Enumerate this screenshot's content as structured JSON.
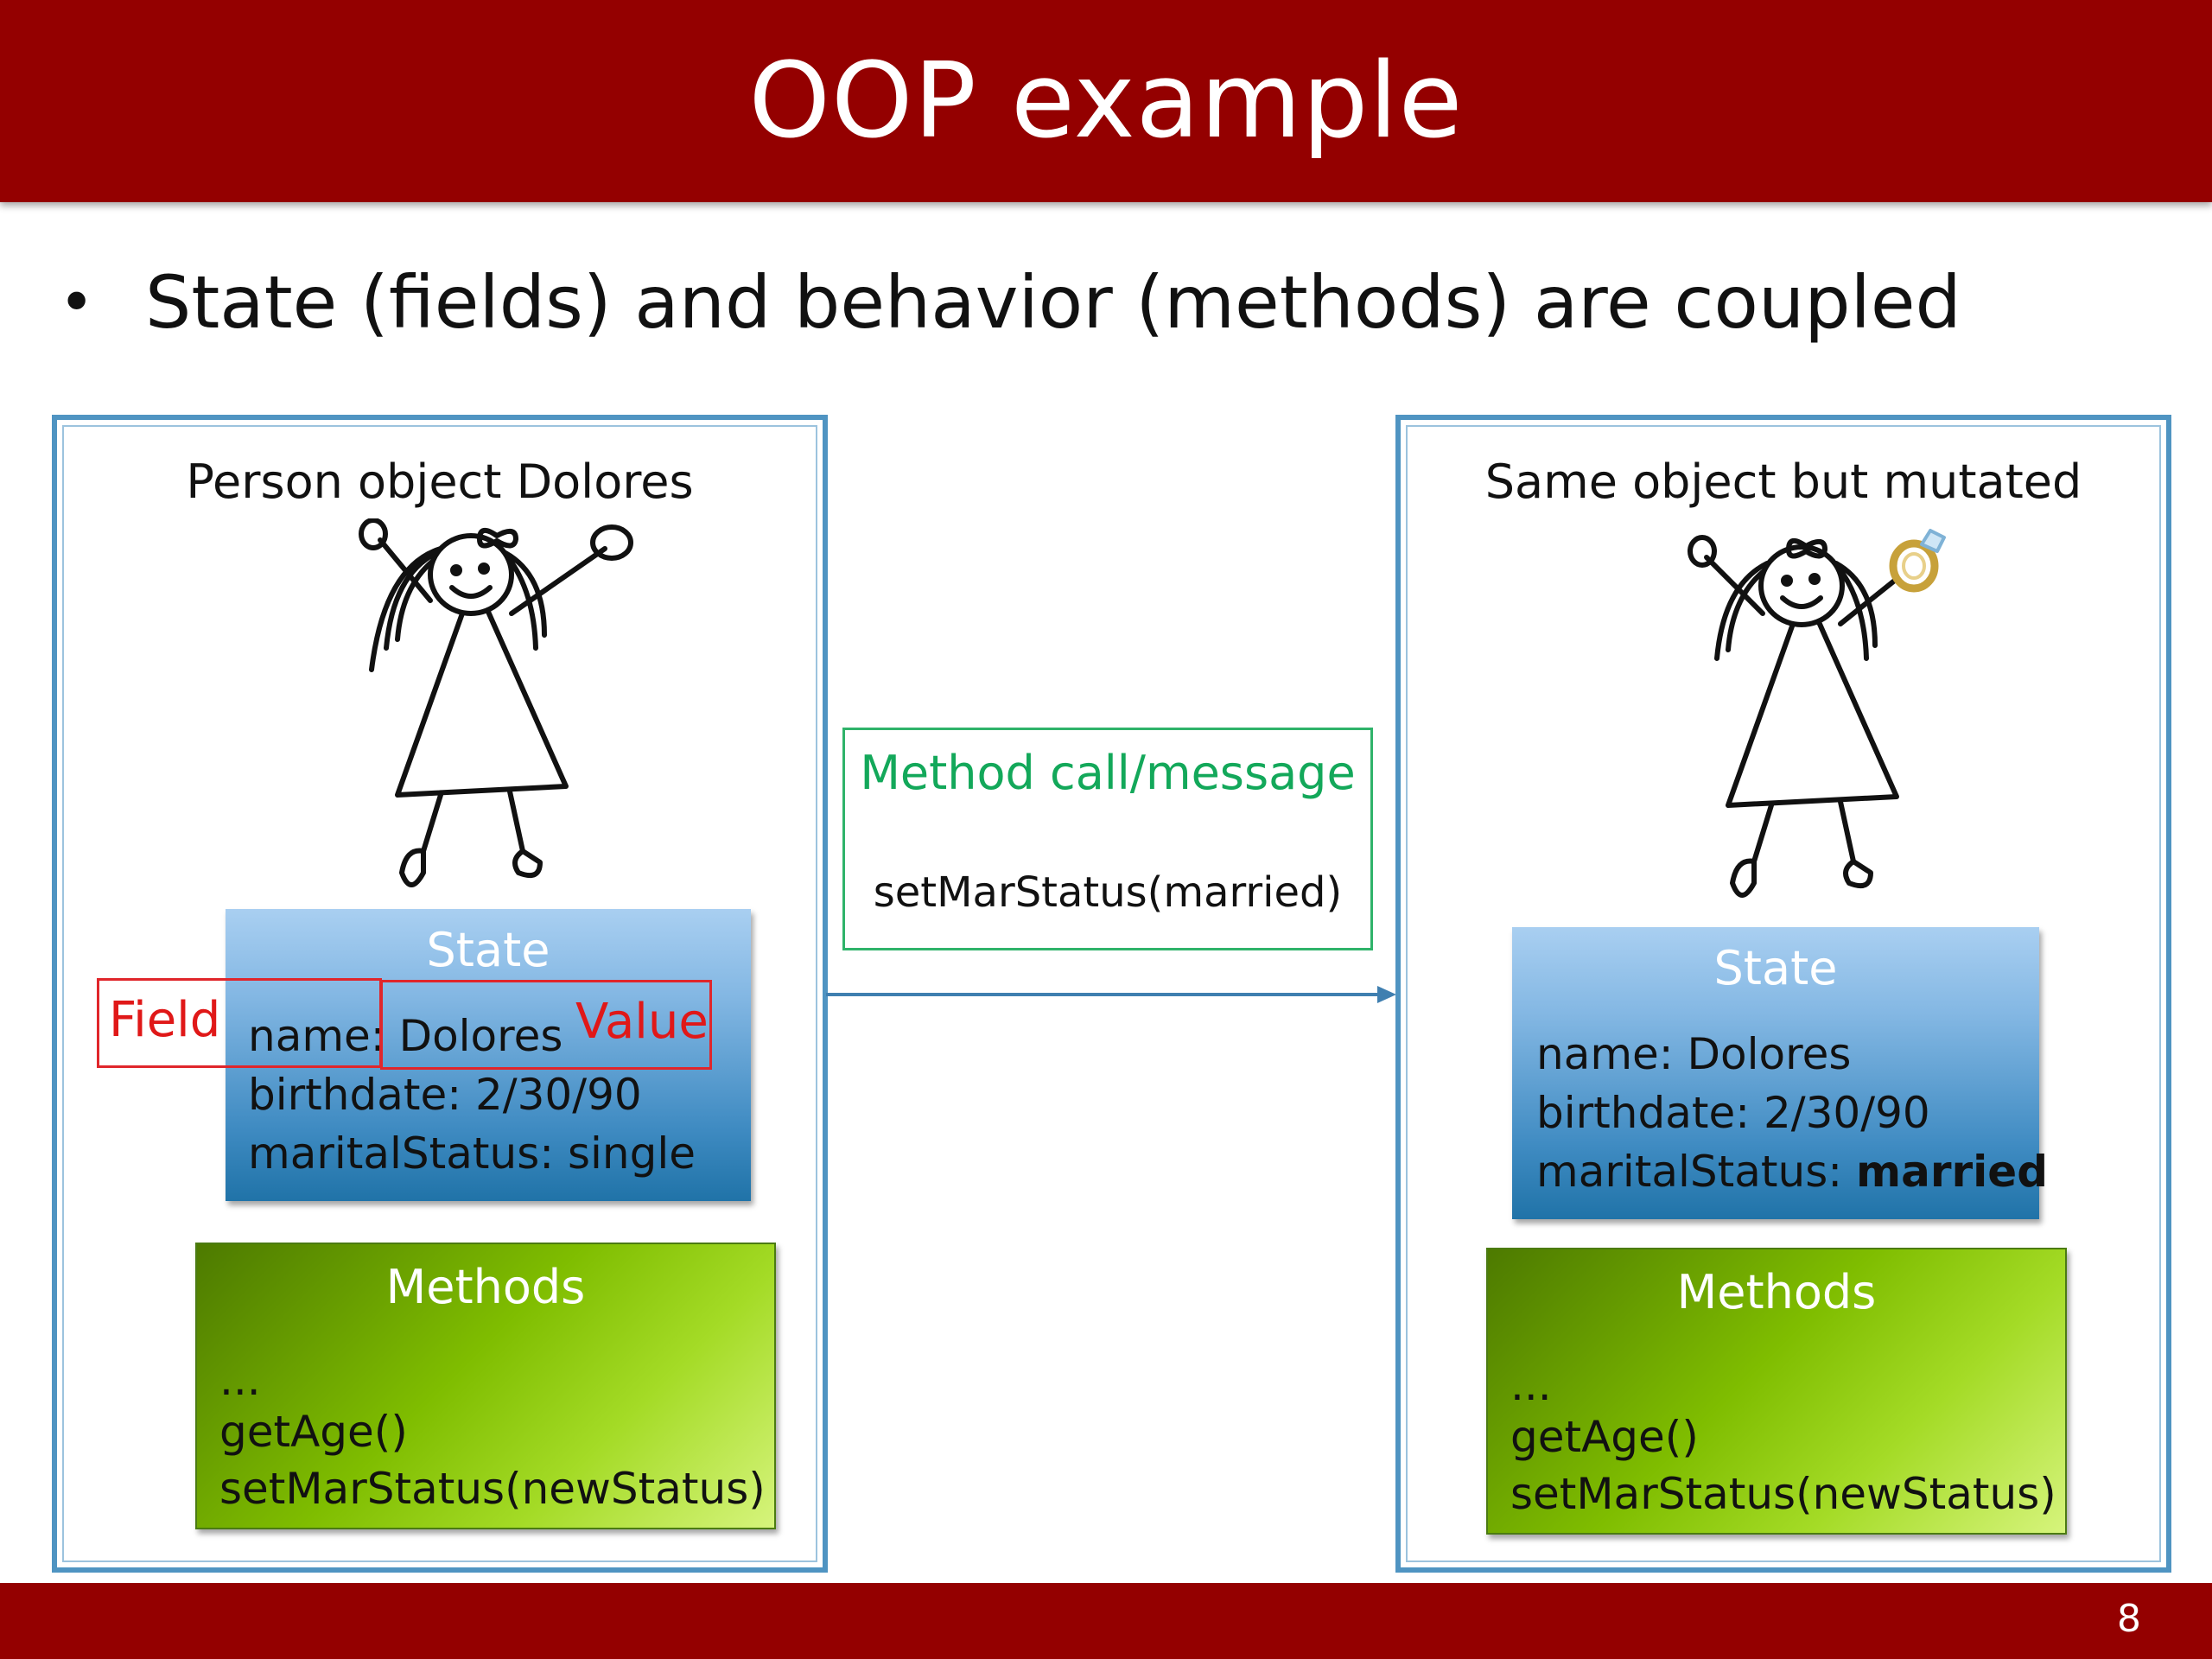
{
  "slide": {
    "title": "OOP example",
    "bullet": "State (fields) and behavior (methods) are coupled",
    "page_number": "8"
  },
  "left_panel": {
    "heading": "Person object Dolores",
    "state": {
      "title": "State",
      "name_key": "name:",
      "name_value": "Dolores",
      "birthdate": "birthdate: 2/30/90",
      "marital_status": "maritalStatus: single"
    },
    "methods": {
      "title": "Methods",
      "lines": [
        "...",
        "getAge()",
        "setMarStatus(newStatus)"
      ]
    },
    "annotations": {
      "field_label": "Field",
      "value_label": "Value"
    }
  },
  "message": {
    "title": "Method call/message",
    "call": "setMarStatus(married)"
  },
  "right_panel": {
    "heading": "Same object but mutated",
    "state": {
      "title": "State",
      "name": "name: Dolores",
      "birthdate": "birthdate: 2/30/90",
      "marital_status_key": "maritalStatus: ",
      "marital_status_value": "married"
    },
    "methods": {
      "title": "Methods",
      "lines": [
        "...",
        "getAge()",
        "setMarStatus(newStatus)"
      ]
    }
  },
  "colors": {
    "banner": "#940000",
    "panel_border": "#4f94c2",
    "annotation_red": "#e01818",
    "message_green": "#13a85a"
  }
}
